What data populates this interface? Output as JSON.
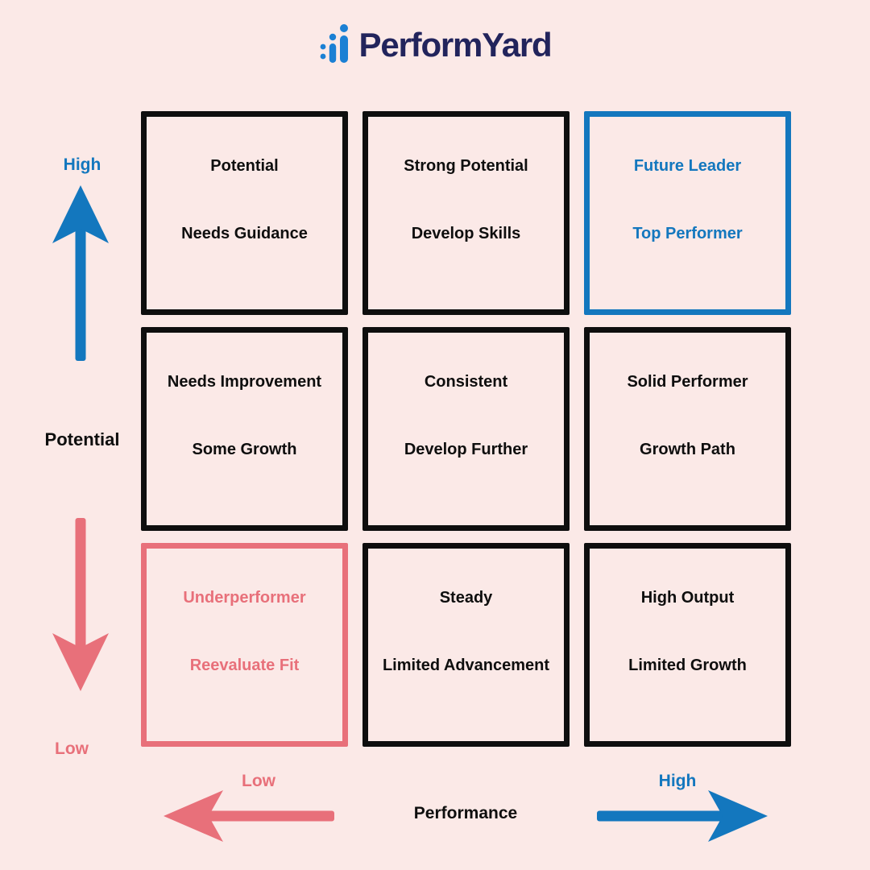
{
  "logo": {
    "text": "PerformYard",
    "icon": "bar-chart-people-icon",
    "icon_color": "#1B80D4",
    "text_color": "#22245C"
  },
  "colors": {
    "background": "#FBE9E7",
    "blue": "#1377BE",
    "pink": "#E8707A",
    "black": "#0E0E0E"
  },
  "y_axis": {
    "label": "Potential",
    "high_label": "High",
    "low_label": "Low"
  },
  "x_axis": {
    "label": "Performance",
    "low_label": "Low",
    "high_label": "High"
  },
  "matrix": {
    "cells": [
      {
        "title": "Potential",
        "subtitle": "Needs Guidance",
        "variant": "black"
      },
      {
        "title": "Strong Potential",
        "subtitle": "Develop Skills",
        "variant": "black"
      },
      {
        "title": "Future Leader",
        "subtitle": "Top Performer",
        "variant": "blue"
      },
      {
        "title": "Needs Improvement",
        "subtitle": "Some Growth",
        "variant": "black"
      },
      {
        "title": "Consistent",
        "subtitle": "Develop Further",
        "variant": "black"
      },
      {
        "title": "Solid Performer",
        "subtitle": "Growth Path",
        "variant": "black"
      },
      {
        "title": "Underperformer",
        "subtitle": "Reevaluate Fit",
        "variant": "pink"
      },
      {
        "title": "Steady",
        "subtitle": "Limited Advancement",
        "variant": "black"
      },
      {
        "title": "High Output",
        "subtitle": "Limited Growth",
        "variant": "black"
      }
    ]
  }
}
